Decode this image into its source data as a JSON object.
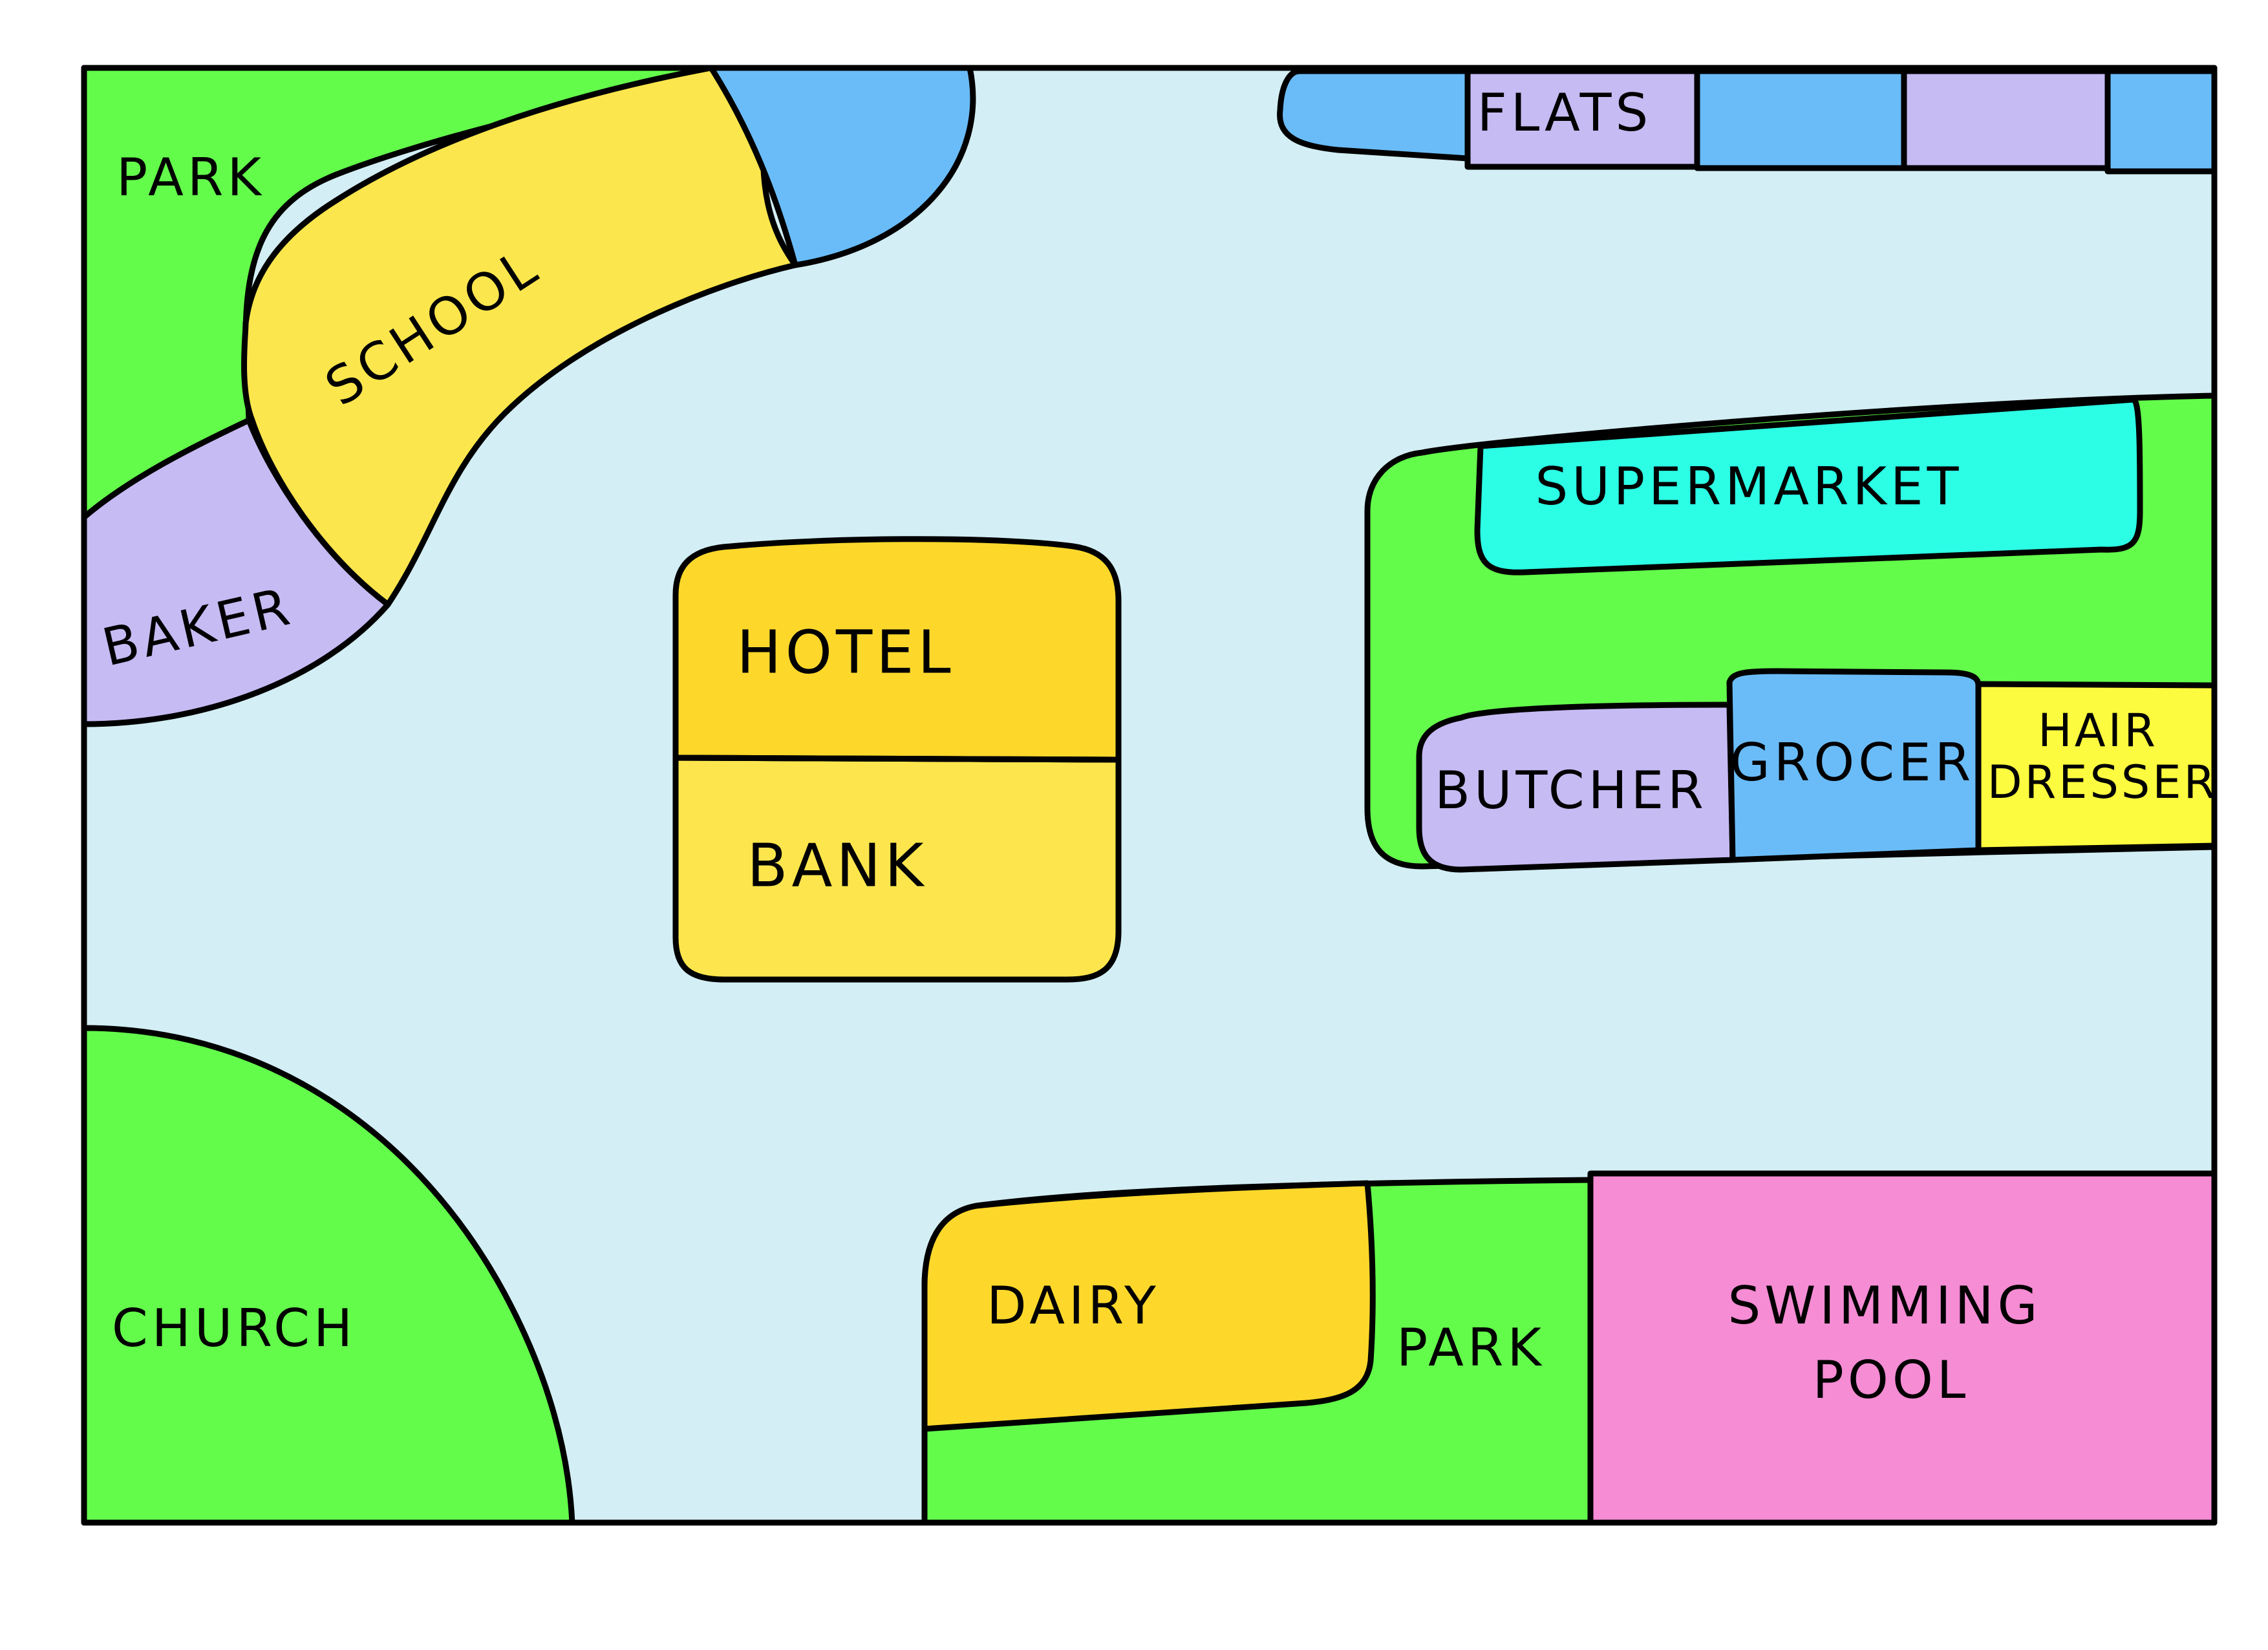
{
  "map": {
    "colors": {
      "road": "#d3eef5",
      "park": "#63fc4b",
      "school": "#fbe64d",
      "water": "#6abcf8",
      "flats_lavender": "#c6bbf3",
      "flats_blue": "#6abcf8",
      "supermarket": "#2cfde5",
      "hotel": "#fdd82b",
      "bank": "#fde64d",
      "butcher": "#c6bbf3",
      "baker": "#c6bbf3",
      "grocer": "#6abcf8",
      "hairdresser": "#fdfb3f",
      "dairy": "#fdd82b",
      "swimming_pool": "#f58cd4",
      "church": "#63fc4b",
      "outline": "#000000"
    },
    "labels": {
      "park_top": "PARK",
      "school": "SCHOOL",
      "baker": "BAKER",
      "flats": "FLATS",
      "supermarket": "SUPERMARKET",
      "hotel": "HOTEL",
      "bank": "BANK",
      "butcher": "BUTCHER",
      "grocer": "GROCER",
      "hair": "HAIR",
      "dresser": "DRESSER",
      "church": "CHURCH",
      "dairy": "DAIRY",
      "park_bottom": "PARK",
      "swimming": "SWIMMING",
      "pool": "POOL"
    }
  }
}
